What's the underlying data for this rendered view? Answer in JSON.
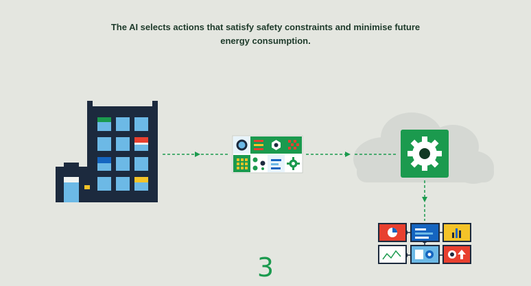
{
  "caption": {
    "line1": "The AI selects actions that satisfy safety constraints and minimise future",
    "line2": "energy consumption."
  },
  "step_number": "3",
  "colors": {
    "background": "#e4e6e0",
    "building": "#1c2a3e",
    "window": "#6cb9e6",
    "accent_green": "#1b9a4e",
    "accent_red": "#e8402f",
    "accent_yellow": "#f4c328",
    "cloud": "#d3d6d1",
    "arrow": "#1b9a4e"
  },
  "icons": {
    "building": "office-building-icon",
    "sensor_grid": "sensor-dashboard-icon",
    "ai_engine": "gear-icon",
    "actions": "action-panels-icon"
  }
}
